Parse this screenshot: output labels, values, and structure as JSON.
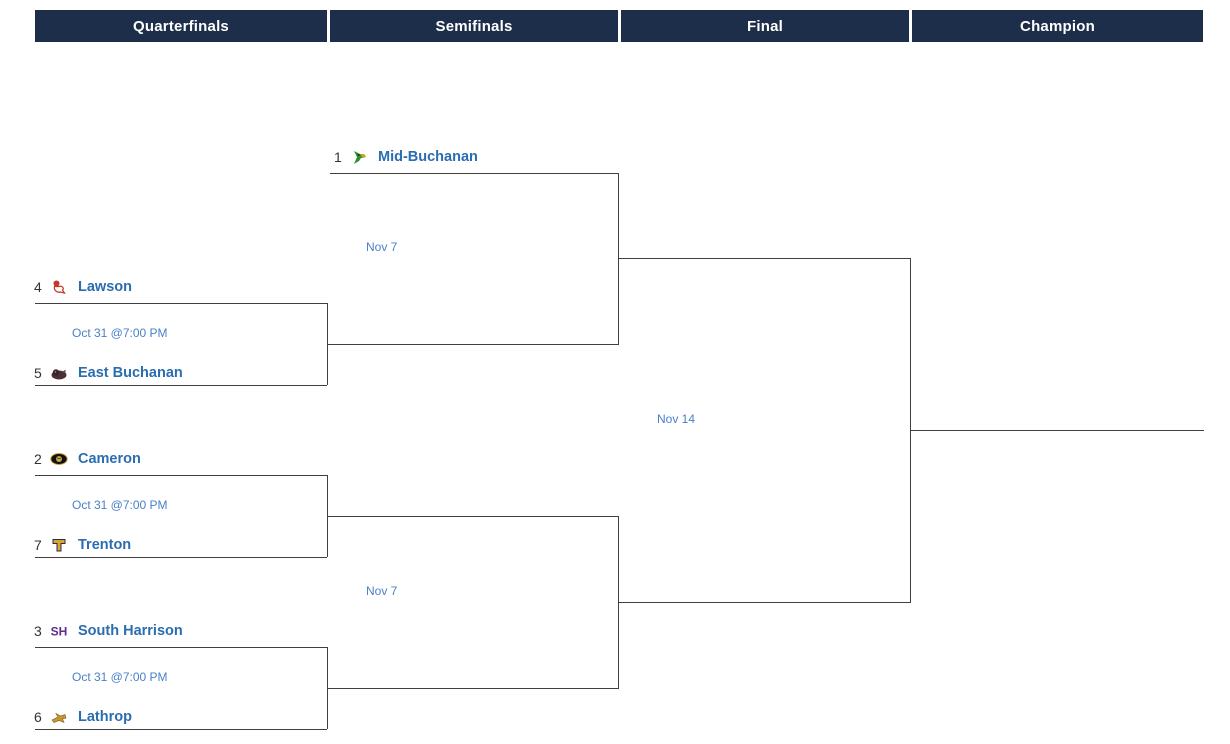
{
  "header": {
    "columns": [
      {
        "label": "Quarterfinals"
      },
      {
        "label": "Semifinals"
      },
      {
        "label": "Final"
      },
      {
        "label": "Champion"
      }
    ]
  },
  "bracket": {
    "teams": [
      {
        "seed": "1",
        "name": "Mid-Buchanan",
        "logo": "green-dragon-mascot",
        "logo_primary": "#2e8f2e"
      },
      {
        "seed": "4",
        "name": "Lawson",
        "logo": "red-cardinal-mascot",
        "logo_primary": "#c0392b"
      },
      {
        "seed": "5",
        "name": "East Buchanan",
        "logo": "dark-bulldog-mascot",
        "logo_primary": "#4a3035"
      },
      {
        "seed": "2",
        "name": "Cameron",
        "logo": "tiger-oval-mascot",
        "logo_primary": "#111111"
      },
      {
        "seed": "7",
        "name": "Trenton",
        "logo": "gold-letter-t-mascot",
        "logo_primary": "#d9a62e"
      },
      {
        "seed": "3",
        "name": "South Harrison",
        "logo": "purple-sh-monogram",
        "logo_primary": "#5b2d8e"
      },
      {
        "seed": "6",
        "name": "Lathrop",
        "logo": "gold-mule-mascot",
        "logo_primary": "#c9962e"
      }
    ],
    "matches": [
      {
        "round": "Quarterfinals",
        "slot": 1,
        "date": "Oct 31 @7:00 PM",
        "home": "Lawson",
        "away": "East Buchanan"
      },
      {
        "round": "Quarterfinals",
        "slot": 2,
        "date": "Oct 31 @7:00 PM",
        "home": "Cameron",
        "away": "Trenton"
      },
      {
        "round": "Quarterfinals",
        "slot": 3,
        "date": "Oct 31 @7:00 PM",
        "home": "South Harrison",
        "away": "Lathrop"
      },
      {
        "round": "Semifinals",
        "slot": 1,
        "date": "Nov 7",
        "home": "Mid-Buchanan",
        "away": ""
      },
      {
        "round": "Semifinals",
        "slot": 2,
        "date": "Nov 7",
        "home": "",
        "away": ""
      },
      {
        "round": "Final",
        "slot": 1,
        "date": "Nov 14",
        "home": "",
        "away": ""
      }
    ]
  },
  "colors": {
    "header_bg": "#1c2e4a",
    "header_text": "#ffffff",
    "team_name": "#2a6db0",
    "seed": "#333333",
    "date": "#4a80c9",
    "line": "#404040"
  }
}
